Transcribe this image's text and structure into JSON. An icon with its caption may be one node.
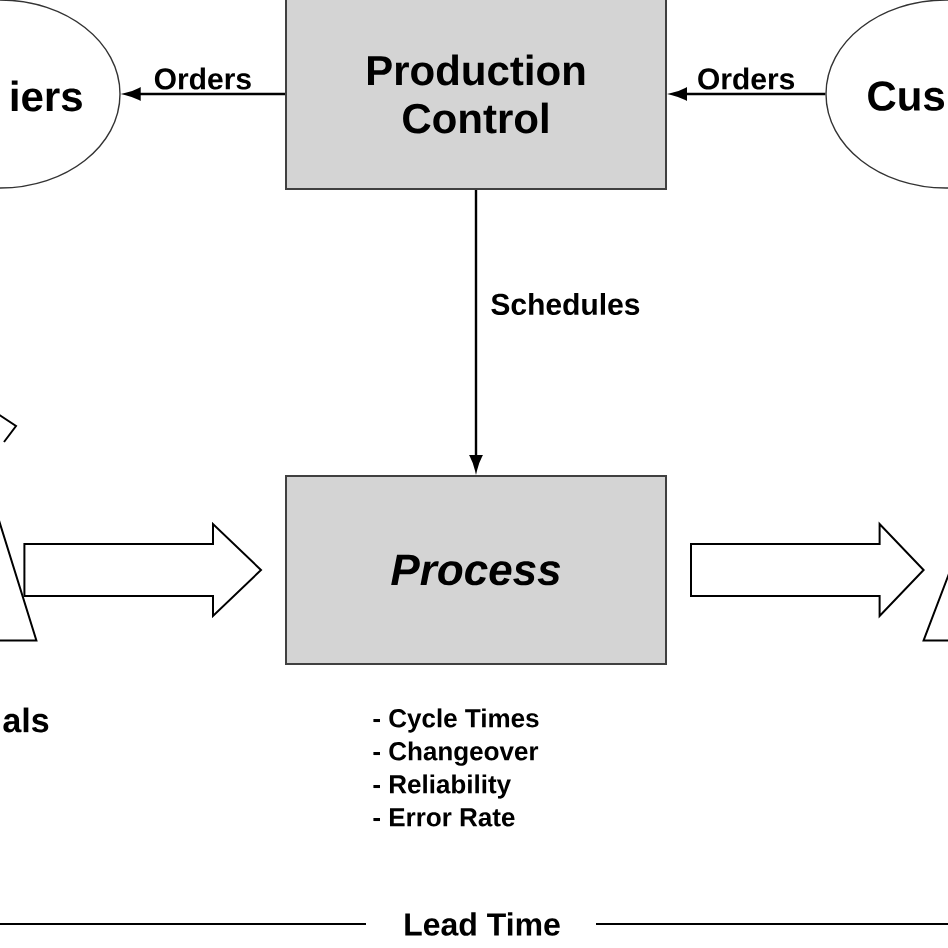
{
  "diagram": {
    "nodes": [
      {
        "text": [
          "Production Control"
        ]
      },
      {
        "text": [
          "iers"
        ]
      },
      {
        "text": [
          "Cus"
        ]
      },
      {
        "text": [
          "Process"
        ],
        "beside": [
          "- Cycle Times",
          "- Changeover",
          "- Reliability",
          "- Error Rate"
        ]
      },
      {
        "text": [
          "als"
        ]
      },
      {
        "text": [],
        "shape": "triangle"
      }
    ],
    "edges": [
      {
        "from": 0,
        "to": 1,
        "arrow": "to",
        "label": "Orders"
      },
      {
        "from": 2,
        "to": 0,
        "arrow": "to",
        "label": "Orders"
      },
      {
        "from": 0,
        "to": 3,
        "arrow": "to",
        "label": "Schedules"
      },
      {
        "from": 4,
        "to": 3,
        "arrow": "to",
        "style": "thick"
      },
      {
        "from": 3,
        "to": 5,
        "arrow": "to",
        "style": "thick"
      }
    ],
    "labels": [
      "Lead Time"
    ]
  }
}
